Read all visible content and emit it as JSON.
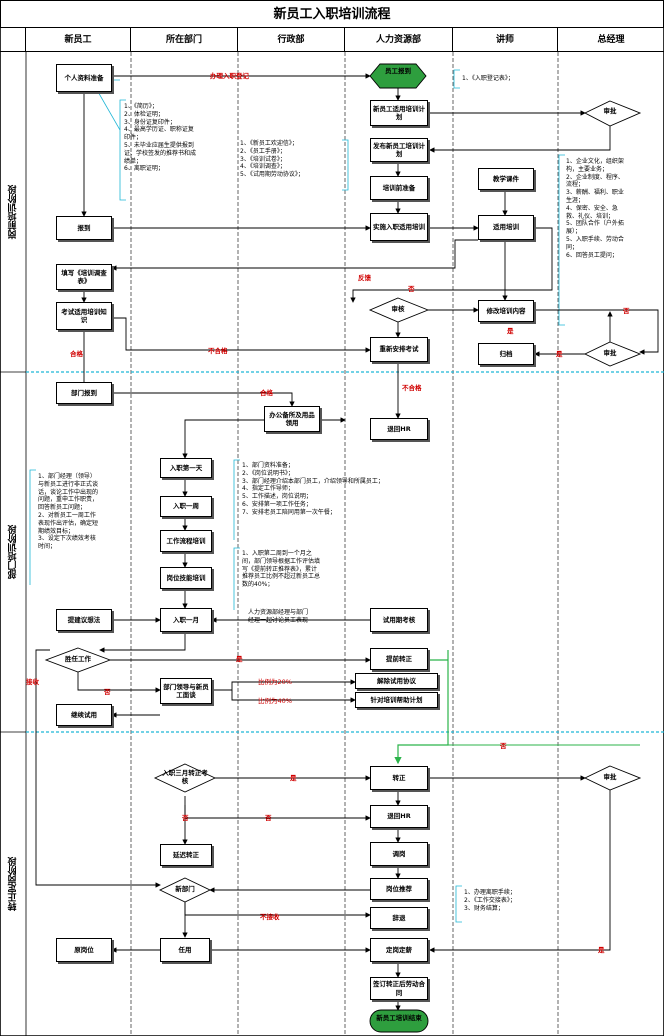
{
  "title": "新员工入职培训流程",
  "lanes": [
    "新员工",
    "所在部门",
    "行政部",
    "人力资源部",
    "讲师",
    "总经理"
  ],
  "phases": [
    "岗前培训阶段",
    "部门培训阶段",
    "转正定岗阶段"
  ],
  "colors": {
    "terminal": "#2e9e3e",
    "arrow_red": "#d00000",
    "divider": "#1fb6d6",
    "accent_green": "#2bb34a"
  },
  "nodes": {
    "n1": "个人资料准备",
    "n2": "员工报到",
    "n3": "新员工适用培训计划",
    "n4": "审批",
    "n5": "发布新员工培训计划",
    "n6": "培训前准备",
    "n7": "教学课件",
    "n8": "报到",
    "n9": "实施入职适用培训",
    "n10": "适用培训",
    "n11": "填写《培训调查表》",
    "n12": "修改培训内容",
    "n13": "审核",
    "n14": "考试适用培训知识",
    "n15": "重新安排考试",
    "n16": "归档",
    "n17": "审批",
    "n18": "部门报到",
    "n19": "办公备所及用品领用",
    "n20": "退回HR",
    "n21": "入职第一天",
    "n22": "入职一周",
    "n23": "工作流程培训",
    "n24": "岗位技能培训",
    "n25": "提建议想法",
    "n26": "入职一月",
    "n27": "试用期考核",
    "n28": "胜任工作",
    "n29": "提前转正",
    "n30": "部门领导与新员工面谈",
    "n31": "解除试用协议",
    "n32": "针对培训帮助计划",
    "n33": "继续试用",
    "n34": "入职三月转正考核",
    "n35": "转正",
    "n36": "审批",
    "n37": "退回HR",
    "n38": "延迟转正",
    "n39": "调岗",
    "n40": "新部门",
    "n41": "岗位推荐",
    "n42": "辞退",
    "n43": "原岗位",
    "n44": "任用",
    "n45": "定岗定薪",
    "n46": "签订转正后劳动合同",
    "n47": "新员工培训结束"
  },
  "notes": {
    "materials": "1、《简历》；\n2、体检证明；\n3、身份证复印件；\n4、最高学历证、职称证复\n印件；\n5、未毕业应届生提供报到\n证、学校签发的推荐书和成\n绩单；\n6、离职证明；",
    "admin": "1、《新员工欢迎信》；\n2、《员工手册》；\n3、《培训试卷》；\n4、《培训调查》；\n5、《试用期劳动协议》；",
    "register": "1、《入职登记表》；",
    "content": "1、企业文化，组织架\n构，主要业务；\n2、企业制度、程序、\n流程；\n3、薪酬、福利、职业\n生涯；\n4、保密、安全、急\n救、礼仪、培训；\n5、团队合作（户外拓\n展）；\n5、入职手续、劳动合\n同；\n6、回答员工提问；",
    "firstday": "1、部门资料准备；\n2、《岗位说明书》；\n3、部门经理介绍本部门员工，介绍领导和所属员工；\n4、指定工作导师；\n5、工作描述，岗位说明；\n6、安排第一项工作任务；\n7、安排老员工陪同用第一次午餐；",
    "talk": "1、部门经理（领导）\n与新员工进行非正式谈\n话，谈论工作中出现的\n问题，重申工作职责，\n回答新员工问题；\n2、对新员工一周工作\n表现作出评估，确定短\n期绩效目标；\n3、设定下次绩效考核\n时间；",
    "month": "1、入职第二周到一个月之\n间，部门领导根据工作评估填\n写《提前转正推荐表》，累计\n推荐员工比例不超过新员工总\n数的40%；",
    "hrdept": "人力资源部经理与部门\n经理一起讨论员工表现",
    "resign": "1、办理离职手续；\n2、《工作交接表》；\n3、财务结算；"
  },
  "labels": {
    "register_arrow": "办理入职登记",
    "feedback": "反馈",
    "no1": "否",
    "yes1": "是",
    "pass1": "合格",
    "fail1": "不合格",
    "pass2": "合格",
    "fail2": "不合格",
    "yes2": "是",
    "no2": "否",
    "ratio20": "比例为20%",
    "ratio40": "比例为40%",
    "accept": "接收",
    "yes3": "是",
    "no3": "否",
    "no4": "否",
    "no5": "否",
    "reject": "不接收",
    "yes4": "是",
    "yes5": "是"
  }
}
